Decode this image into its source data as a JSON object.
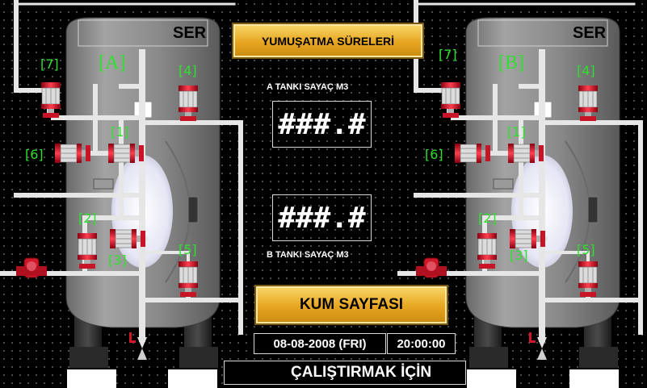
{
  "tank_a": {
    "letter": "[A]",
    "header_text": "SER",
    "valves": {
      "v1": "[1]",
      "v2": "[2]",
      "v3": "[3]",
      "v4": "[4]",
      "v5": "[5]",
      "v6": "[6]",
      "v7": "[7]"
    }
  },
  "tank_b": {
    "letter": "[B]",
    "header_text": "SER",
    "valves": {
      "v1": "[1]",
      "v2": "[2]",
      "v3": "[3]",
      "v4": "[4]",
      "v5": "[5]",
      "v6": "[6]",
      "v7": "[7]"
    }
  },
  "buttons": {
    "softening_times": "YUMUŞATMA SÜRELERİ",
    "sand_page": "KUM SAYFASI"
  },
  "counters": {
    "a_label": "A TANKI SAYAÇ M3",
    "a_value": "###.#",
    "b_label": "B TANKI SAYAÇ M3",
    "b_value": "###.#"
  },
  "status": {
    "date": "08-08-2008 (FRI)",
    "time": "20:00:00",
    "ticker": "ÇALIŞTIRMAK İÇİN"
  },
  "colors": {
    "tank_body": "#8c8c8c",
    "pipe": "#e6e6e6",
    "valve": "#d01828",
    "label_green": "#2ee02e",
    "button_gold": "#e7a520"
  }
}
